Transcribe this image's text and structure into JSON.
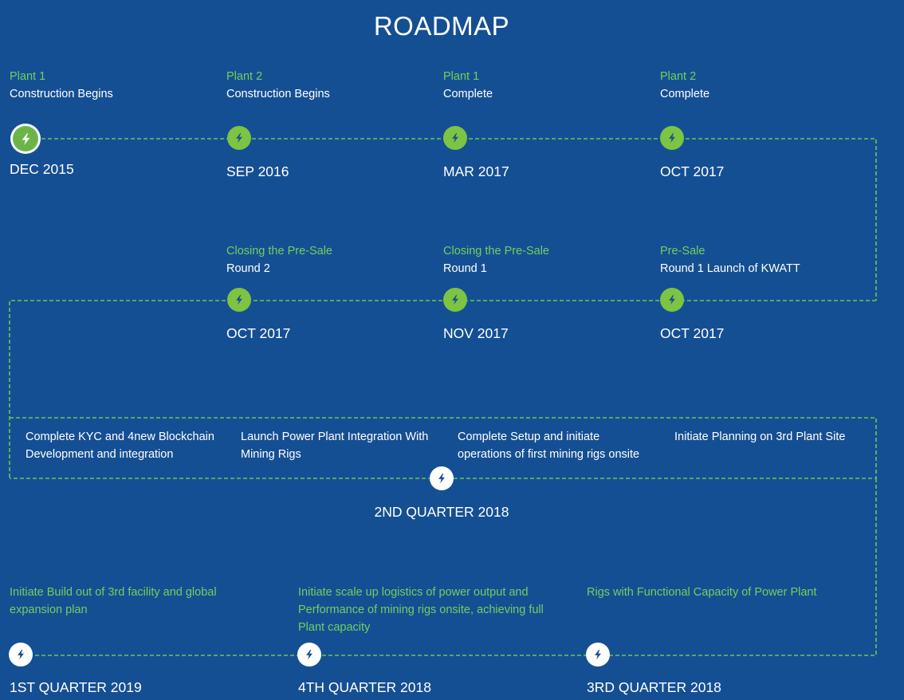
{
  "title": "ROADMAP",
  "colors": {
    "background": "#154f93",
    "accent_green": "#6fd05f",
    "node_green": "#7cc442",
    "dashed_line": "#64c85a"
  },
  "icon": "lightning-bolt-icon",
  "row1": [
    {
      "title_green": "Plant 1",
      "title_white": "Construction Begins",
      "date": "DEC 2015"
    },
    {
      "title_green": "Plant 2",
      "title_white": "Construction Begins",
      "date": "SEP 2016"
    },
    {
      "title_green": "Plant 1",
      "title_white": "Complete",
      "date": "MAR 2017"
    },
    {
      "title_green": "Plant 2",
      "title_white": "Complete",
      "date": "OCT 2017"
    }
  ],
  "row2": [
    {
      "title_green": "Closing the Pre-Sale",
      "title_white": "Round 2",
      "date": "OCT 2017"
    },
    {
      "title_green": "Closing the Pre-Sale",
      "title_white": "Round 1",
      "date": "NOV 2017"
    },
    {
      "title_green": "Pre-Sale",
      "title_white": "Round 1 Launch of KWATT",
      "date": "OCT 2017"
    }
  ],
  "row3": {
    "items": [
      {
        "line1": "Complete KYC and 4new Blockchain",
        "line2": "Development and integration"
      },
      {
        "line1": "Launch Power Plant Integration With",
        "line2": "Mining Rigs"
      },
      {
        "line1": "Complete Setup and initiate",
        "line2": "operations of first mining rigs onsite"
      },
      {
        "line1": "Initiate Planning on 3rd Plant Site",
        "line2": ""
      }
    ],
    "date": "2ND QUARTER 2018"
  },
  "row4": [
    {
      "line1": "Initiate Build out of 3rd facility and global",
      "line2": "expansion plan",
      "line3": "",
      "date": "1ST QUARTER 2019"
    },
    {
      "line1": "Initiate scale up logistics of power output and",
      "line2": "Performance of mining rigs onsite, achieving full",
      "line3": "Plant capacity",
      "date": "4TH QUARTER 2018"
    },
    {
      "line1": "Rigs with Functional Capacity of Power Plant",
      "line2": "",
      "line3": "",
      "date": "3RD QUARTER 2018"
    }
  ]
}
